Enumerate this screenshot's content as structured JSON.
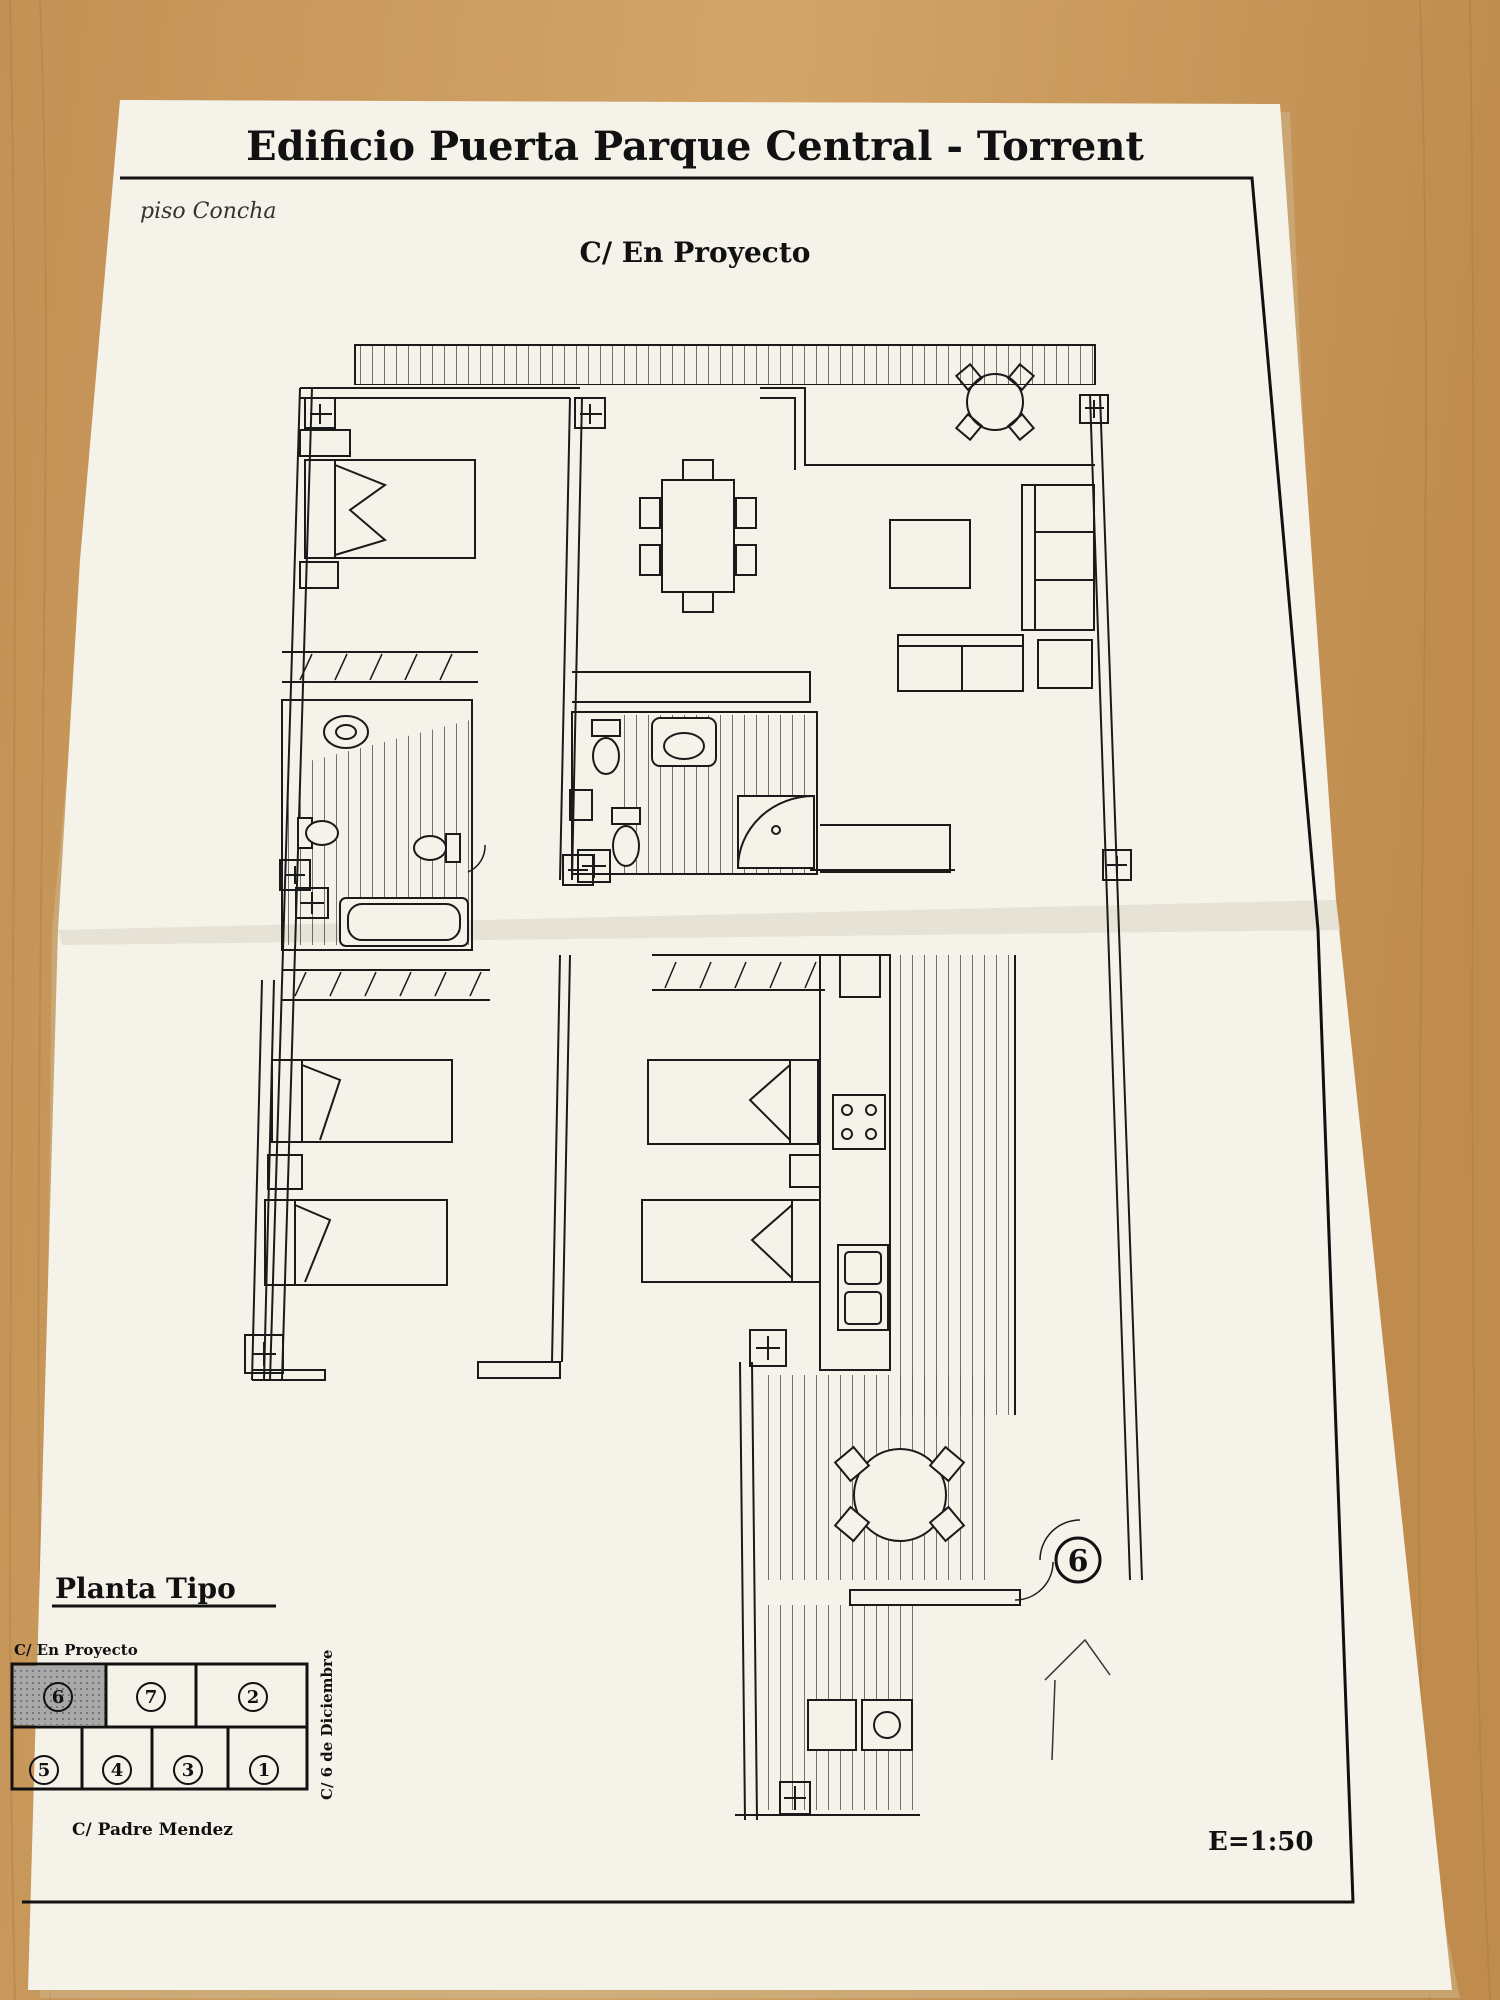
{
  "sheet": {
    "title": "Edificio Puerta Parque Central - Torrent",
    "handwritten_note": "piso Concha",
    "street_top": "C/ En Proyecto",
    "plan_label": "Planta Tipo",
    "scale": "E=1:50",
    "unit_marker": "6"
  },
  "key_plan": {
    "street_top": "C/ En Proyecto",
    "street_bottom": "C/ Padre Mendez",
    "street_side": "C/ 6 de Diciembre",
    "top_row": [
      "6",
      "7",
      "2"
    ],
    "bottom_row": [
      "5",
      "4",
      "3",
      "1"
    ],
    "highlighted": "6"
  },
  "colors": {
    "table": "#c99a5b",
    "table_dark": "#a97a3e",
    "paper": "#f5f2ea",
    "paper_shadow": "#e6e1d5",
    "ink": "#1a1a1a",
    "highlight": "#9a9a9a"
  }
}
